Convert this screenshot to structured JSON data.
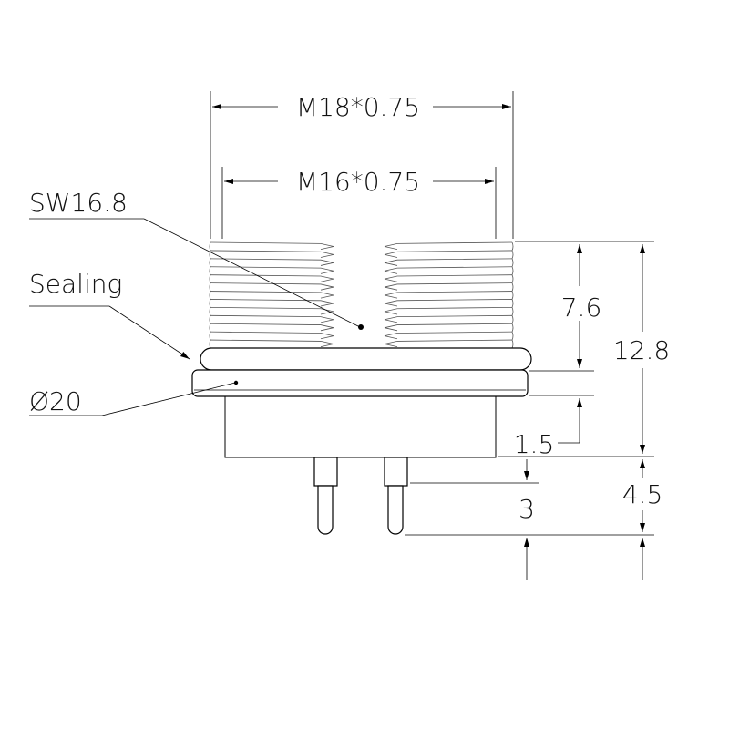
{
  "labels": {
    "m18": "M18*0.75",
    "m16": "M16*0.75",
    "sw": "SW16.8",
    "sealing": "Sealing",
    "diameter": "Ø20",
    "dim_7_6": "7.6",
    "dim_12_8": "12.8",
    "dim_1_5": "1.5",
    "dim_4_5": "4.5",
    "dim_3": "3"
  }
}
